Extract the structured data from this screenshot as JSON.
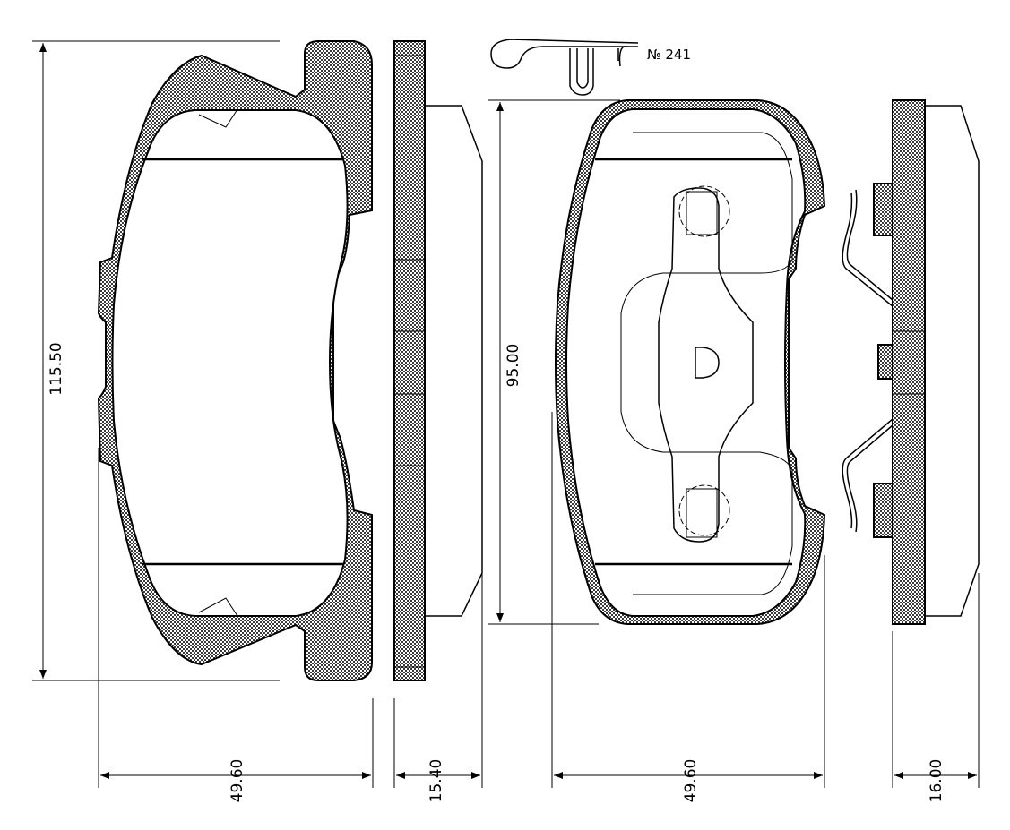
{
  "diagram": {
    "spring_clip_reference": "№ 241",
    "dimensions": {
      "height_left": "115.50",
      "height_right": "95.00",
      "width_left": "49.60",
      "thickness_left": "15.40",
      "width_right": "49.60",
      "thickness_right": "16.00"
    }
  }
}
